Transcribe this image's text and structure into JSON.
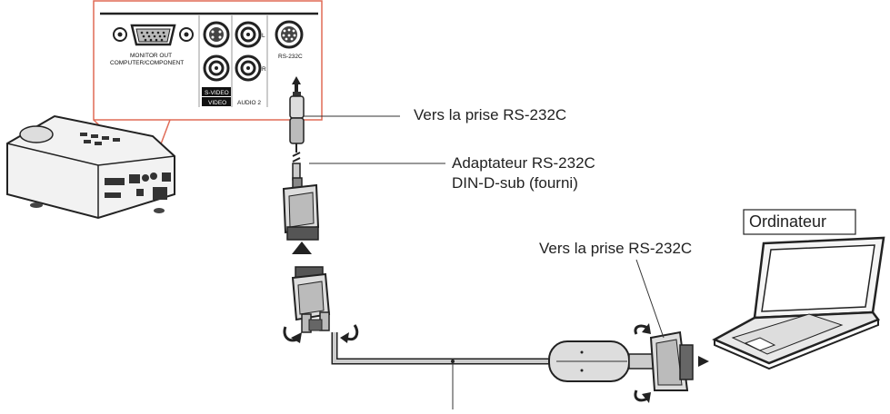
{
  "panel": {
    "monitor_out": "MONITOR OUT",
    "computer_component": "COMPUTER/COMPONENT",
    "s_video": "S-VIDEO",
    "video": "VIDEO",
    "audio2": "AUDIO 2",
    "rs232c": "RS-232C",
    "l": "L",
    "r": "R"
  },
  "labels": {
    "to_rs232c_top": "Vers la prise RS-232C",
    "adapter_line1": "Adaptateur RS-232C",
    "adapter_line2": "DIN-D-sub (fourni)",
    "computer": "Ordinateur",
    "to_rs232c_right": "Vers la prise RS-232C"
  },
  "colors": {
    "highlight": "#e06a55",
    "line": "#333333",
    "cable_grey": "#bdbdbd"
  }
}
